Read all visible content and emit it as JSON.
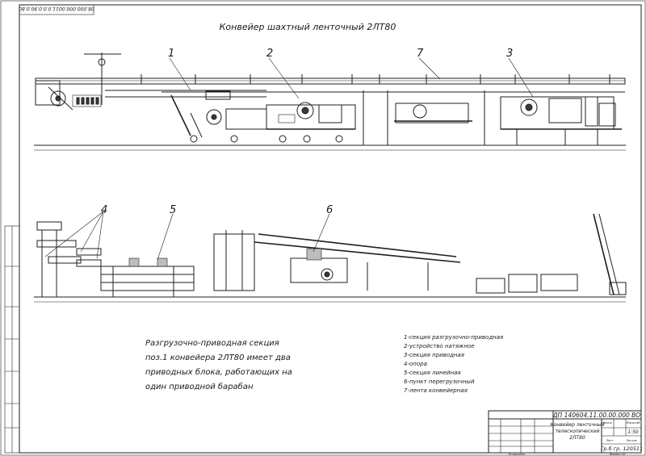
{
  "drawing": {
    "title": "Конвейер шахтный ленточный 2ЛТ80",
    "stamp_rotated": "08.000.000.0011.0.0.0.90.0.80",
    "callouts_top": [
      "1",
      "2",
      "7",
      "3"
    ],
    "callouts_bottom": [
      "4",
      "5",
      "6"
    ],
    "note_lines": [
      "Разгрузочно-приводная секция",
      "поз.1 конвейера 2ЛТ80 имеет два",
      "приводных блока, работающих на",
      "один приводной барабан"
    ],
    "legend": [
      "1-секция разгрузочно-приводная",
      "2-устройство натяжное",
      "3-секция приводная",
      "4-опора",
      "5-секция линейная",
      "6-пункт перегрузочный",
      "7-лента конвейерная"
    ],
    "title_block": {
      "code": "ДП 140604.11.00.00.000 ВО",
      "name_lines": [
        "Конвейер ленточный",
        "телескопический",
        "2ЛТ80"
      ],
      "scale": "1:50",
      "group": "Гр.б гр. 120511",
      "sheet_label": "Лист",
      "sheets_label": "Листов",
      "mass_label": "Масса",
      "scale_label": "Масштаб",
      "format_label": "Формат A1",
      "copied_label": "Копировал"
    }
  }
}
